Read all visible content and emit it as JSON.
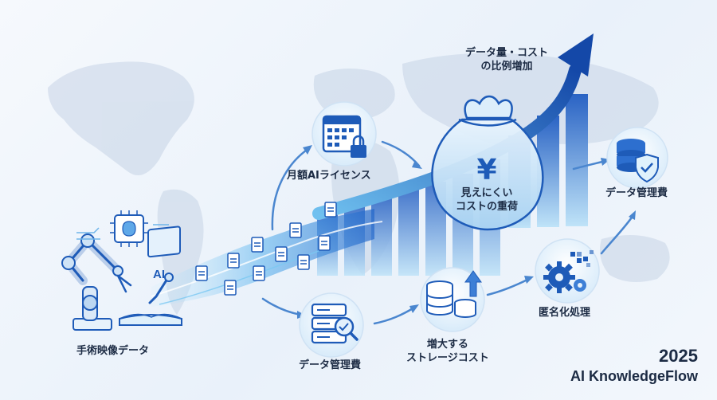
{
  "labels": {
    "surgery_video_data": "手術映像データ",
    "monthly_ai_license": "月額AIライセンス",
    "data_management_cost_bottom": "データ管理費",
    "growing_storage_cost_line1": "増大する",
    "growing_storage_cost_line2": "ストレージコスト",
    "anonymization": "匿名化処理",
    "data_management_cost_right": "データ管理費",
    "hidden_cost_line1": "見えにくい",
    "hidden_cost_line2": "コストの重荷",
    "proportional_line1": "データ量・コスト",
    "proportional_line2": "の比例増加",
    "ai_chip_text": "AI"
  },
  "icons": {
    "bag_symbol": "¥"
  },
  "brand": {
    "year": "2025",
    "name": "AI KnowledgeFlow"
  },
  "colors": {
    "primary": "#1e5bb8",
    "accent": "#3b8ee6",
    "light": "#bfe0f7",
    "text": "#1c2b44"
  }
}
